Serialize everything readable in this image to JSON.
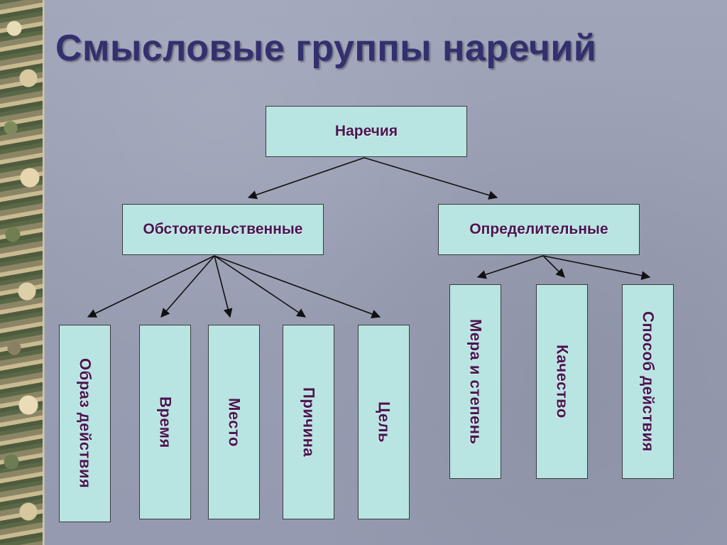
{
  "title": "Смысловые группы наречий",
  "root": {
    "label": "Наречия"
  },
  "branches": {
    "left": {
      "label": "Обстоятельственные",
      "children": [
        "Образ действия",
        "Время",
        "Место",
        "Причина",
        "Цель"
      ]
    },
    "right": {
      "label": "Определительные",
      "children": [
        "Мера и степень",
        "Качество",
        "Способ действия"
      ]
    }
  },
  "colors": {
    "box_fill": "#b8e4e1",
    "label_text": "#4a1550",
    "title_text": "#32306e"
  }
}
